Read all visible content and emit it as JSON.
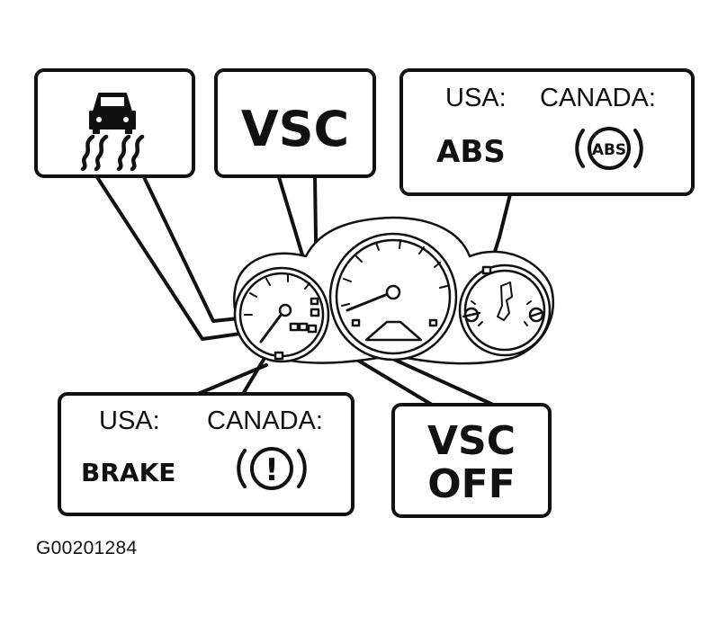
{
  "callouts": {
    "vsc": {
      "text": "VSC"
    },
    "abs": {
      "usa_label": "USA:",
      "canada_label": "CANADA:",
      "usa_text": "ABS",
      "canada_symbol_text": "ABS"
    },
    "brake": {
      "usa_label": "USA:",
      "canada_label": "CANADA:",
      "usa_text": "BRAKE",
      "canada_symbol_text": "!"
    },
    "vsc_off": {
      "line1": "VSC",
      "line2": "OFF"
    }
  },
  "icons": {
    "slip": "skidding-car-icon",
    "abs": "abs-warning-icon",
    "brake": "brake-warning-icon"
  },
  "figure_ref": "G00201284",
  "colors": {
    "ink": "#111111",
    "paper": "#ffffff"
  }
}
